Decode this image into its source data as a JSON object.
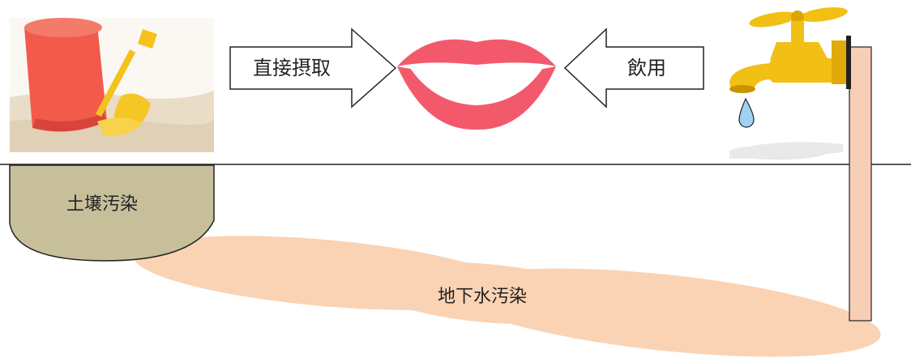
{
  "labels": {
    "direct_ingestion": "直接摂取",
    "drinking": "飲用",
    "soil_contamination": "土壌汚染",
    "groundwater_contamination": "地下水汚染"
  },
  "colors": {
    "soil_fill": "#c6bf9a",
    "groundwater_fill": "#fad3b4",
    "well_pipe_fill": "#f7cfb6",
    "lips": "#f25a6c",
    "faucet_gold": "#f2bf14",
    "water_drop": "#9fd2f0",
    "bucket_red": "#f25b4c",
    "sand": "#e9ddc7",
    "outline": "#222222"
  },
  "icons": [
    "bucket-shovel-image",
    "lips-icon",
    "faucet-icon",
    "water-drop-icon",
    "well-pipe"
  ]
}
